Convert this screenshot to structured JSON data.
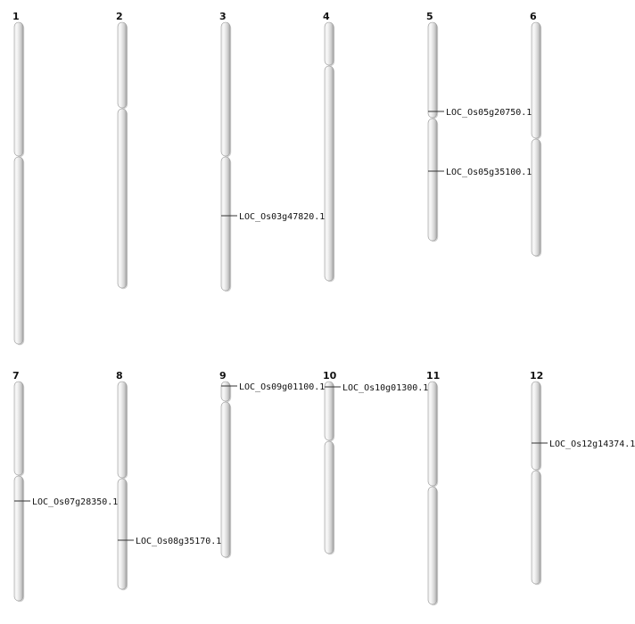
{
  "colors": {
    "chromosome_light": "#f4f4f4",
    "chromosome_mid": "#d8d8d8",
    "chromosome_dark": "#a8a8a8",
    "outline": "#9a9a9a",
    "marker": "#333333",
    "text": "#111111"
  },
  "chromosomes": [
    {
      "id": "1",
      "genes": []
    },
    {
      "id": "2",
      "genes": []
    },
    {
      "id": "3",
      "genes": [
        {
          "name": "LOC_Os03g47820.1"
        }
      ]
    },
    {
      "id": "4",
      "genes": []
    },
    {
      "id": "5",
      "genes": [
        {
          "name": "LOC_Os05g20750.1"
        },
        {
          "name": "LOC_Os05g35100.1"
        }
      ]
    },
    {
      "id": "6",
      "genes": []
    },
    {
      "id": "7",
      "genes": [
        {
          "name": "LOC_Os07g28350.1"
        }
      ]
    },
    {
      "id": "8",
      "genes": [
        {
          "name": "LOC_Os08g35170.1"
        }
      ]
    },
    {
      "id": "9",
      "genes": [
        {
          "name": "LOC_Os09g01100.1"
        }
      ]
    },
    {
      "id": "10",
      "genes": [
        {
          "name": "LOC_Os10g01300.1"
        }
      ]
    },
    {
      "id": "11",
      "genes": []
    },
    {
      "id": "12",
      "genes": [
        {
          "name": "LOC_Os12g14374.1"
        }
      ]
    }
  ]
}
